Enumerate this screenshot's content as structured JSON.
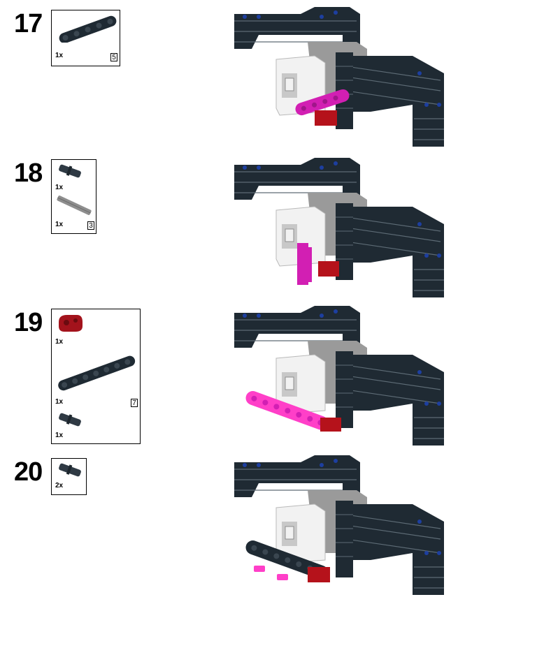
{
  "steps": [
    {
      "number": "17",
      "parts": [
        {
          "name": "beam-5",
          "qty": "1x",
          "length": "5",
          "color": "#1f2a33"
        }
      ],
      "added_color": "#d21fb3"
    },
    {
      "number": "18",
      "parts": [
        {
          "name": "pin-long",
          "qty": "1x",
          "color": "#2f3a44"
        },
        {
          "name": "axle-3",
          "qty": "1x",
          "length": "3",
          "color": "#8e8e8e"
        }
      ],
      "added_color": "#d21fb3"
    },
    {
      "number": "19",
      "parts": [
        {
          "name": "cross-block",
          "qty": "1x",
          "color": "#a3131c"
        },
        {
          "name": "beam-7",
          "qty": "1x",
          "length": "7",
          "color": "#1f2a33"
        },
        {
          "name": "pin-long",
          "qty": "1x",
          "color": "#2f3a44"
        }
      ],
      "added_color": "#ff3fc8"
    },
    {
      "number": "20",
      "parts": [
        {
          "name": "pin-long",
          "qty": "2x",
          "color": "#2f3a44"
        }
      ],
      "added_color": "#ff3fc8"
    }
  ],
  "colors": {
    "dark_beam": "#1f2a33",
    "beam_edge": "#5d6b75",
    "motor_white": "#f2f2f2",
    "motor_grey": "#9a9a9a",
    "red_part": "#b5121b",
    "blue_pin": "#1d3fa0"
  }
}
